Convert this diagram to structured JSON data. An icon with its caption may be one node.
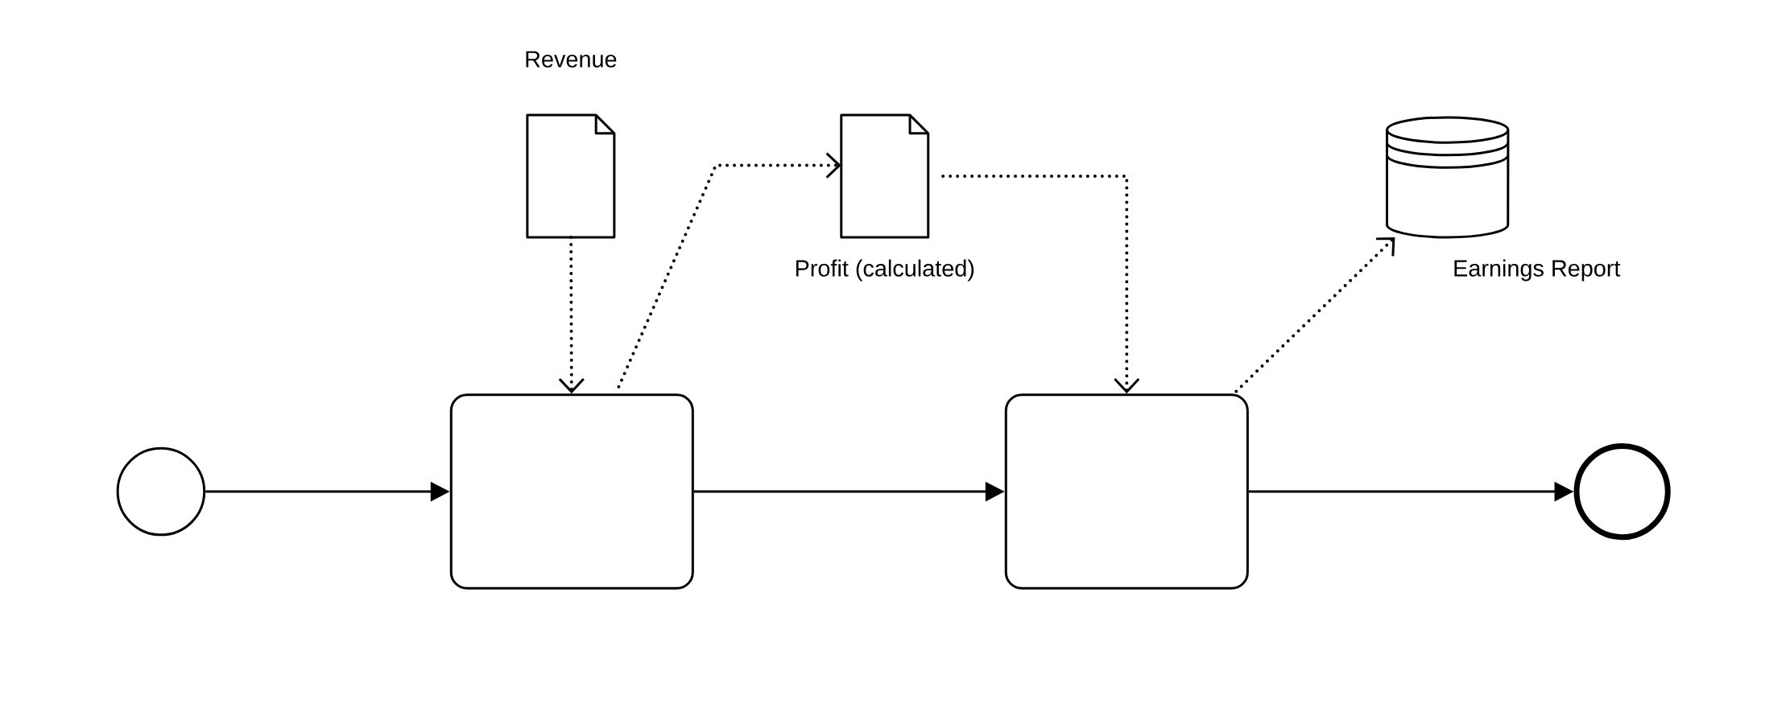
{
  "diagram": {
    "nodes": [
      {
        "text": [
          "Revenue"
        ]
      },
      {
        "text": [
          "Profit (calculated)"
        ]
      },
      {
        "text": [
          "Earnings Report"
        ]
      },
      {
        "text": [],
        "shape": "circle"
      },
      {
        "text": [],
        "shape": "box"
      },
      {
        "text": [],
        "shape": "box"
      },
      {
        "text": [],
        "shape": "circle"
      }
    ],
    "edges": [
      {
        "from": 3,
        "to": 4,
        "arrow": "to"
      },
      {
        "from": 4,
        "to": 5,
        "arrow": "to"
      },
      {
        "from": 5,
        "to": 6,
        "arrow": "to"
      },
      {
        "from": 0,
        "to": 4,
        "arrow": "to",
        "style": "dashed"
      },
      {
        "from": 4,
        "to": 1,
        "arrow": "to",
        "style": "dashed"
      },
      {
        "from": 1,
        "to": 5,
        "arrow": "to",
        "style": "dashed"
      },
      {
        "from": 5,
        "to": 2,
        "arrow": "to",
        "style": "dashed"
      }
    ]
  }
}
